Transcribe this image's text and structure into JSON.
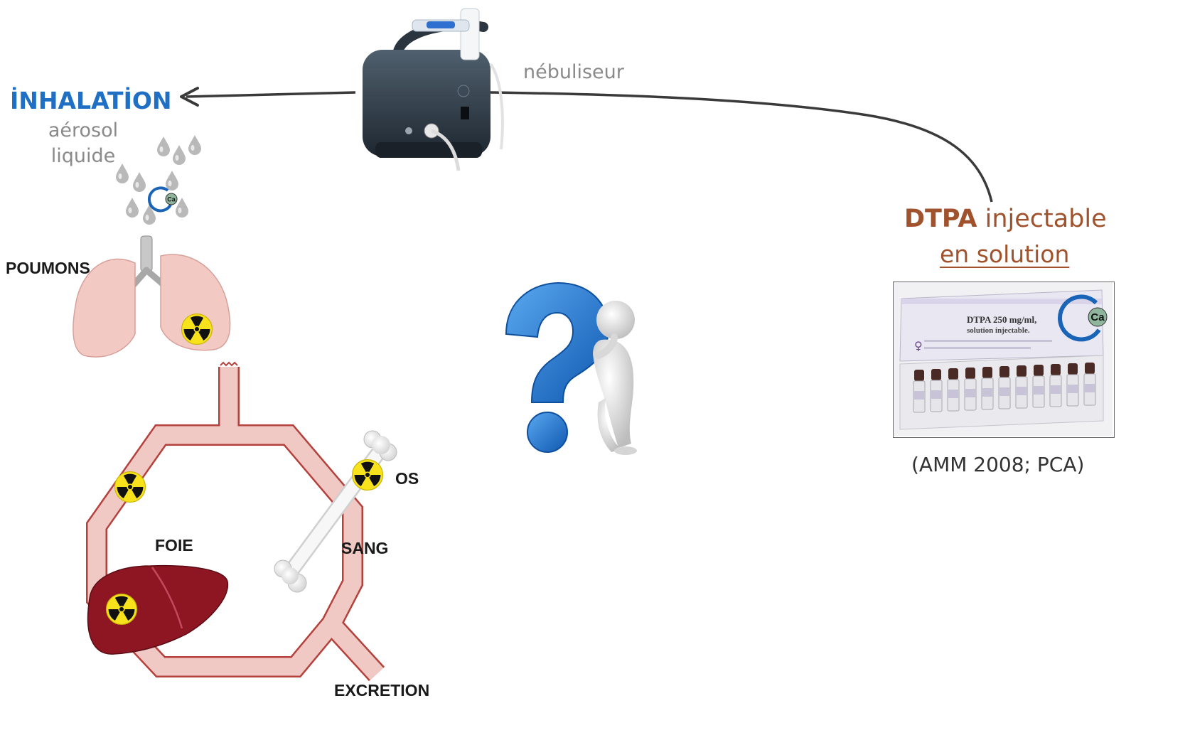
{
  "labels": {
    "inhalation": "İNHALATİON",
    "aerosol_line1": "aérosol",
    "aerosol_line2": "liquide",
    "nebuliseur": "nébuliseur",
    "dtpa_bold": "DTPA",
    "dtpa_rest": " injectable",
    "en_solution": "en solution",
    "amm": "(AMM 2008; PCA)",
    "poumons": "POUMONS",
    "foie": "FOIE",
    "os": "OS",
    "sang": "SANG",
    "excretion": "EXCRETION",
    "ca_badge": "Ca"
  },
  "product_box": {
    "line1": "DTPA 250 mg/ml,",
    "line2": "solution injectable."
  },
  "colors": {
    "inhalation": "#1f6fc4",
    "dtpa": "#a0522d",
    "gray_text": "#8a8a8a",
    "vessel_fill": "#f0c8c4",
    "vessel_stroke": "#b5413c",
    "liver": "#8e1623",
    "lung": "#f3c9c4",
    "radiation_yellow": "#f7e21c",
    "question_blue": "#1e74d6",
    "ring_blue": "#1a64b8"
  },
  "icons": [
    "radiation-icon",
    "calcium-chelate-icon",
    "question-mark-icon",
    "thinking-figure-icon",
    "nebulizer-icon",
    "lungs-icon",
    "liver-icon",
    "bone-icon",
    "droplet-icon"
  ]
}
